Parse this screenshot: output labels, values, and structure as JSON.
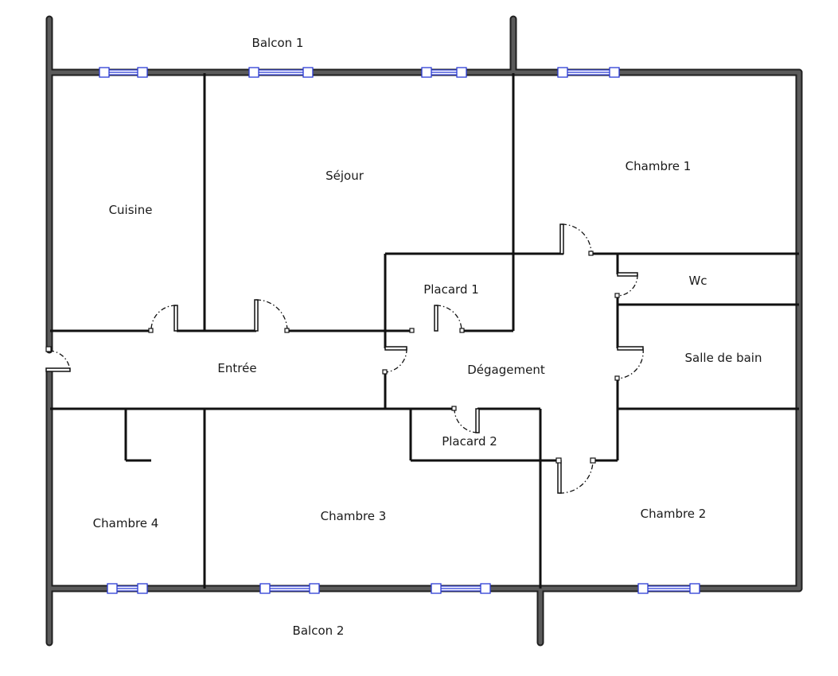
{
  "rooms": {
    "balcon_1": "Balcon 1",
    "balcon_2": "Balcon 2",
    "cuisine": "Cuisine",
    "sejour": "Séjour",
    "chambre_1": "Chambre 1",
    "chambre_2": "Chambre 2",
    "chambre_3": "Chambre 3",
    "chambre_4": "Chambre 4",
    "placard_1": "Placard 1",
    "placard_2": "Placard 2",
    "wc": "Wc",
    "salle_de_bain": "Salle de bain",
    "entree": "Entrée",
    "degagement": "Dégagement"
  },
  "colors": {
    "wall": "#1f1f1f",
    "window": "#2b3bd6",
    "background": "#ffffff"
  }
}
